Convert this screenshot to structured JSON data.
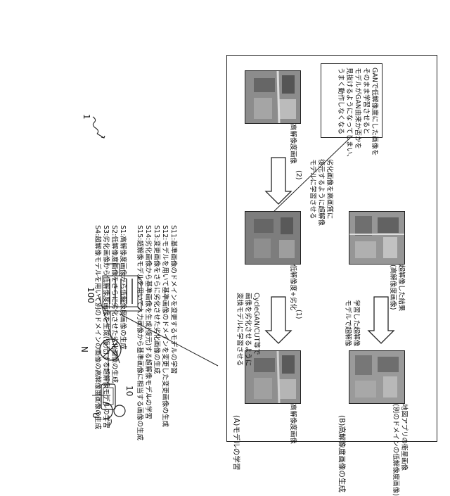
{
  "figure_ref": "1",
  "labels": {
    "user": "U",
    "terminal": "10",
    "network": "N",
    "server": "100",
    "dots": "…"
  },
  "steps_a": [
    "S1:高解像度画像から低解像度画像の生成",
    "S2:低解像度画像をさらに劣化させた劣化画像の生成",
    "S3:劣化画像から低解像度画像を生成(復元)する超解像モデルの学習",
    "S4:超解像モデルを用いて別のドメインの画像の高解像度画像の生成"
  ],
  "steps_b": [
    "S11:基準画像のドメインを変更するモデルの学習",
    "S12:モデルを用いて基準画像のドメインを変更した変更画像の生成",
    "S13:変更画像をさらに劣化させた劣化画像の生成",
    "S14:劣化画像から基準画像を生成(復元)する超解像モデルの学習",
    "S15:超解像モデルを用いて入力画像から基準画像に相当する画像の生成"
  ],
  "section_a": {
    "title": "(A)モデルの学習",
    "img1_caption": "高解像度画像",
    "arrow1_num": "(1)",
    "arrow1_text": [
      "CycleGAN/CUT等で",
      "画像を劣化させるように",
      "変換モデルに学習させる"
    ],
    "img2_caption": "低解像度+劣化",
    "arrow2_num": "(2)",
    "arrow2_text": [
      "劣化画像を高画質に",
      "復元するように超解像",
      "モデルに学習させる"
    ],
    "img3_caption": "高解像度画像"
  },
  "section_b": {
    "title": "(B)高解像度画像の生成",
    "img1_caption": [
      "地図アプリの衛星画像",
      "(別のドメインの低解像度画像)"
    ],
    "arrow_text": [
      "学習した超解像",
      "モデルで超解像"
    ],
    "img2_caption": [
      "超解像した結果",
      "(高解像度画像)"
    ]
  },
  "callout": [
    "GANで低解像度にした画像を",
    "そのまま学習させると",
    "モデルがGAN由来か否かを",
    "見抜けるようになってしまい、",
    "うまく動作しなくなる"
  ]
}
